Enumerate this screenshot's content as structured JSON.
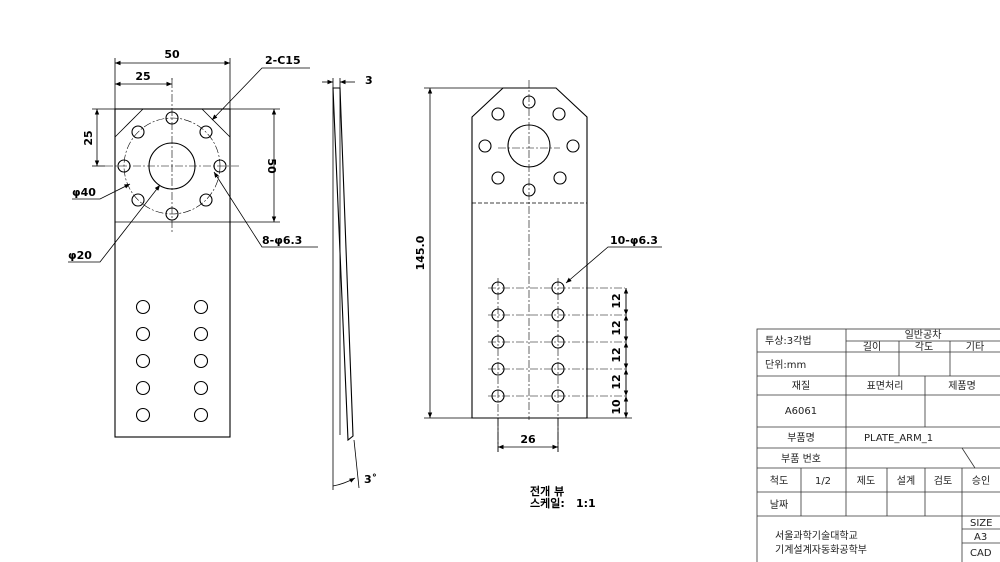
{
  "front_view": {
    "dims": {
      "width_total": "50",
      "half_width": "25",
      "vert_offset": "25",
      "flange_height": "50",
      "chamfer": "2-C15",
      "pcd": "φ40",
      "center_hole": "φ20",
      "holes": "8-φ6.3"
    }
  },
  "side_view": {
    "dims": {
      "thickness": "3",
      "angle": "3˚"
    }
  },
  "flat_view": {
    "dims": {
      "length": "145.0",
      "holes": "10-φ6.3",
      "pitch_1": "12",
      "pitch_2": "12",
      "pitch_3": "12",
      "pitch_4": "12",
      "edge": "10",
      "row_span": "26"
    },
    "caption_line1": "전개 뷰",
    "caption_line2": "스케일:",
    "caption_scale": "1:1"
  },
  "title_block": {
    "projection": "투상:3각법",
    "general_tolerance": "일반공차",
    "tol_length": "길이",
    "tol_angle": "각도",
    "tol_other": "기타",
    "unit": "단위:mm",
    "material_label": "재질",
    "surface_label": "표면처리",
    "product_label": "제품명",
    "material_value": "A6061",
    "part_name_label": "부품명",
    "part_name_value": "PLATE_ARM_1",
    "part_number_label": "부품 번호",
    "scale_label": "척도",
    "scale_value": "1/2",
    "draft_label": "제도",
    "design_label": "설계",
    "check_label": "검토",
    "approve_label": "승인",
    "date_label": "날짜",
    "school_line1": "서울과학기술대학교",
    "school_line2": "기계설계자동화공학부",
    "size_label": "SIZE",
    "size_value": "A3",
    "cad_label": "CAD"
  }
}
